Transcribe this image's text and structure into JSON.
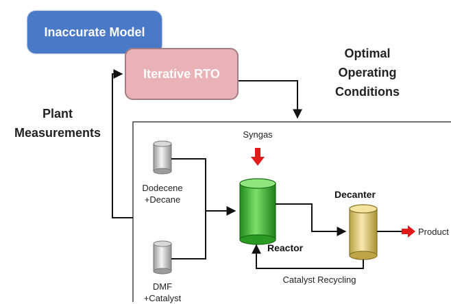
{
  "model_box": {
    "label": "Inaccurate Model"
  },
  "rto_box": {
    "label": "Iterative RTO"
  },
  "optimal_label": {
    "line1": "Optimal",
    "line2": "Operating",
    "line3": "Conditions"
  },
  "measurements_label": {
    "line1": "Plant",
    "line2": "Measurements"
  },
  "plant": {
    "syngas": "Syngas",
    "feed1": {
      "line1": "Dodecene",
      "line2": "+Decane"
    },
    "feed2": {
      "line1": "DMF",
      "line2": "+Catalyst"
    },
    "reactor": "Reactor",
    "decanter": "Decanter",
    "product": "Product",
    "recycle": "Catalyst Recycling"
  },
  "colors": {
    "model_fill": "#4a7ac7",
    "rto_fill": "#e9b2b6",
    "reactor_green": "#3fbf2e",
    "decanter_yellow": "#e6d27a",
    "arrow_red": "#e0191b"
  }
}
